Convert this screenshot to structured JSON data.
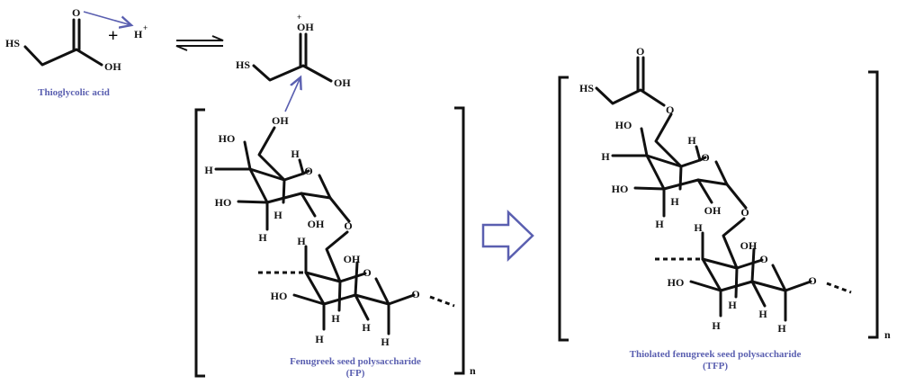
{
  "colors": {
    "accent": "#5a5fb0",
    "ink": "#111111"
  },
  "reactant": {
    "name": "Thioglycolic acid",
    "atoms": {
      "hs": "HS",
      "o": "O",
      "oh": "OH"
    },
    "plus": "+",
    "proton": "H",
    "proton_charge": "+"
  },
  "intermediate": {
    "atoms": {
      "hs": "HS",
      "oh_plus": "OH",
      "charge": "+",
      "oh": "OH"
    }
  },
  "fp": {
    "name": "Fenugreek seed polysaccharide",
    "abbr": "(FP)",
    "repeat": "n",
    "attacking_oh": "OH",
    "atoms": [
      "HO",
      "H",
      "HO",
      "H",
      "H",
      "OH",
      "O",
      "H",
      "O",
      "H",
      "OH",
      "O",
      "HO",
      "H",
      "H",
      "H",
      "H",
      "O"
    ]
  },
  "tfp": {
    "name": "Thiolated fenugreek seed polysaccharide",
    "abbr": "(TFP)",
    "repeat": "n",
    "ester_atoms": {
      "hs": "HS",
      "o_carbonyl": "O",
      "o_ester": "O"
    },
    "atoms": [
      "HO",
      "H",
      "HO",
      "H",
      "H",
      "OH",
      "O",
      "H",
      "O",
      "H",
      "OH",
      "O",
      "HO",
      "H",
      "H",
      "H",
      "H",
      "O"
    ]
  }
}
